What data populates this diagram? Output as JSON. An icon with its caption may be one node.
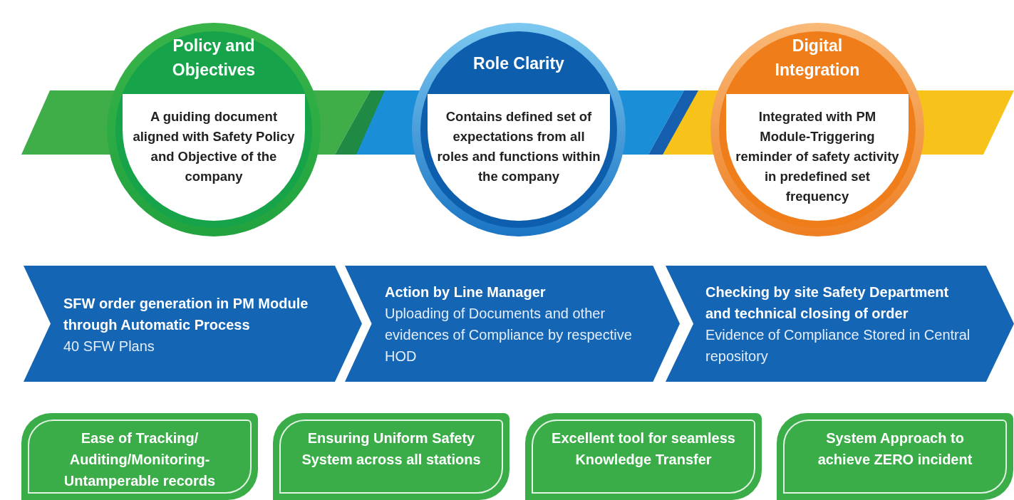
{
  "diagram": {
    "nodes": [
      {
        "text": [
          "Policy and Objectives",
          "A guiding document aligned with Safety Policy and Objective of the company"
        ]
      },
      {
        "text": [
          "Role Clarity",
          "Contains defined set of expectations from all roles and functions within the company"
        ]
      },
      {
        "text": [
          "Digital Integration",
          "Integrated with PM Module-Triggering reminder of safety activity in predefined set frequency"
        ]
      },
      {
        "text": [
          "SFW order generation in PM Module through Automatic Process",
          "40 SFW Plans"
        ]
      },
      {
        "text": [
          "Action by Line Manager",
          "Uploading of Documents and other evidences of Compliance by respective HOD"
        ]
      },
      {
        "text": [
          "Checking by site Safety Department and technical closing of order",
          "Evidence of Compliance Stored in Central repository"
        ]
      },
      {
        "text": [
          "Ease of Tracking/ Auditing/Monitoring-Untamperable records"
        ]
      },
      {
        "text": [
          "Ensuring Uniform Safety System across all stations"
        ]
      },
      {
        "text": [
          "Excellent tool for seamless Knowledge Transfer"
        ]
      },
      {
        "text": [
          "System Approach to achieve ZERO incident"
        ]
      }
    ]
  }
}
